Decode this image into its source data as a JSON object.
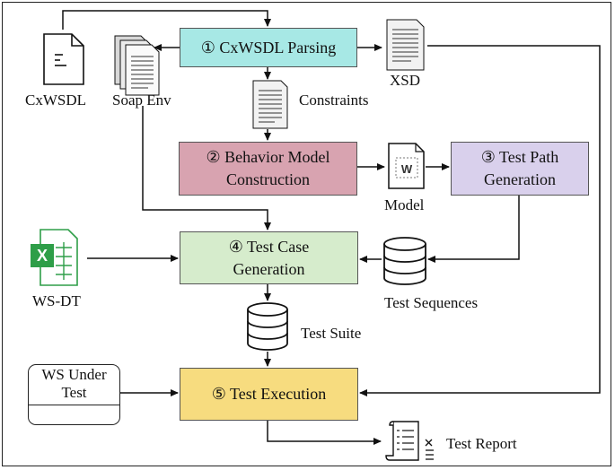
{
  "diagram": {
    "boxes": {
      "parsing": "① CxWSDL Parsing",
      "behavior_model": "② Behavior Model\nConstruction",
      "test_path": "③ Test Path\nGeneration",
      "test_case": "④ Test Case\nGeneration",
      "test_execution": "⑤ Test Execution"
    },
    "artifacts": {
      "cxwsdl": "CxWSDL",
      "soap_env": "Soap Env",
      "xsd": "XSD",
      "constraints": "Constraints",
      "model": "Model",
      "ws_dt": "WS-DT",
      "test_sequences": "Test Sequences",
      "test_suite": "Test Suite",
      "ws_under_test": "WS Under\nTest",
      "test_report": "Test Report"
    },
    "icons": {
      "model_glyph": "W",
      "excel_glyph": "X"
    },
    "colors": {
      "parsing": "#a7e8e5",
      "behavior_model": "#d8a3b0",
      "test_path": "#d9d0ec",
      "test_case": "#d6eccc",
      "test_execution": "#f7dc7f",
      "excel_green": "#2e9e48"
    }
  }
}
